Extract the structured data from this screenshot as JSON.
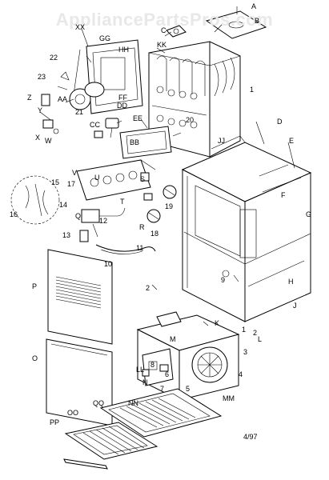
{
  "watermark": "AppliancePartsPros.com",
  "date_code": "4/97",
  "labels": [
    {
      "id": "A",
      "t": "A"
    },
    {
      "id": "B",
      "t": "B"
    },
    {
      "id": "C",
      "t": "C"
    },
    {
      "id": "KK",
      "t": "KK"
    },
    {
      "id": "XX",
      "t": "XX"
    },
    {
      "id": "GG",
      "t": "GG"
    },
    {
      "id": "HH",
      "t": "HH"
    },
    {
      "id": "22",
      "t": "22"
    },
    {
      "id": "23",
      "t": "23"
    },
    {
      "id": "Z",
      "t": "Z"
    },
    {
      "id": "Y",
      "t": "Y"
    },
    {
      "id": "AA",
      "t": "AA"
    },
    {
      "id": "21",
      "t": "21"
    },
    {
      "id": "FF",
      "t": "FF"
    },
    {
      "id": "DD",
      "t": "DD"
    },
    {
      "id": "1",
      "t": "1"
    },
    {
      "id": "20",
      "t": "20"
    },
    {
      "id": "CC",
      "t": "CC"
    },
    {
      "id": "EE",
      "t": "EE"
    },
    {
      "id": "X",
      "t": "X"
    },
    {
      "id": "W",
      "t": "W"
    },
    {
      "id": "BB",
      "t": "BB"
    },
    {
      "id": "JJ",
      "t": "JJ"
    },
    {
      "id": "D",
      "t": "D"
    },
    {
      "id": "E",
      "t": "E"
    },
    {
      "id": "V",
      "t": "V"
    },
    {
      "id": "15",
      "t": "15"
    },
    {
      "id": "17",
      "t": "17"
    },
    {
      "id": "U",
      "t": "U"
    },
    {
      "id": "S",
      "t": "S"
    },
    {
      "id": "F",
      "t": "F"
    },
    {
      "id": "14",
      "t": "14"
    },
    {
      "id": "16",
      "t": "16"
    },
    {
      "id": "T",
      "t": "T"
    },
    {
      "id": "19",
      "t": "19"
    },
    {
      "id": "G",
      "t": "G"
    },
    {
      "id": "Q",
      "t": "Q"
    },
    {
      "id": "12",
      "t": "12"
    },
    {
      "id": "R",
      "t": "R"
    },
    {
      "id": "13",
      "t": "13"
    },
    {
      "id": "18",
      "t": "18"
    },
    {
      "id": "11",
      "t": "11"
    },
    {
      "id": "10",
      "t": "10"
    },
    {
      "id": "9",
      "t": "9"
    },
    {
      "id": "H",
      "t": "H"
    },
    {
      "id": "P",
      "t": "P"
    },
    {
      "id": "2",
      "t": "2"
    },
    {
      "id": "J",
      "t": "J"
    },
    {
      "id": "K",
      "t": "K"
    },
    {
      "id": "1b",
      "t": "1"
    },
    {
      "id": "2b",
      "t": "2"
    },
    {
      "id": "O",
      "t": "O"
    },
    {
      "id": "L",
      "t": "L"
    },
    {
      "id": "M",
      "t": "M"
    },
    {
      "id": "3",
      "t": "3"
    },
    {
      "id": "8",
      "t": "8"
    },
    {
      "id": "LL",
      "t": "LL"
    },
    {
      "id": "6",
      "t": "6"
    },
    {
      "id": "N",
      "t": "N"
    },
    {
      "id": "4",
      "t": "4"
    },
    {
      "id": "7",
      "t": "7"
    },
    {
      "id": "5",
      "t": "5"
    },
    {
      "id": "MM",
      "t": "MM"
    },
    {
      "id": "QQ",
      "t": "QQ"
    },
    {
      "id": "NN",
      "t": "NN"
    },
    {
      "id": "OO",
      "t": "OO"
    },
    {
      "id": "PP",
      "t": "PP"
    }
  ]
}
